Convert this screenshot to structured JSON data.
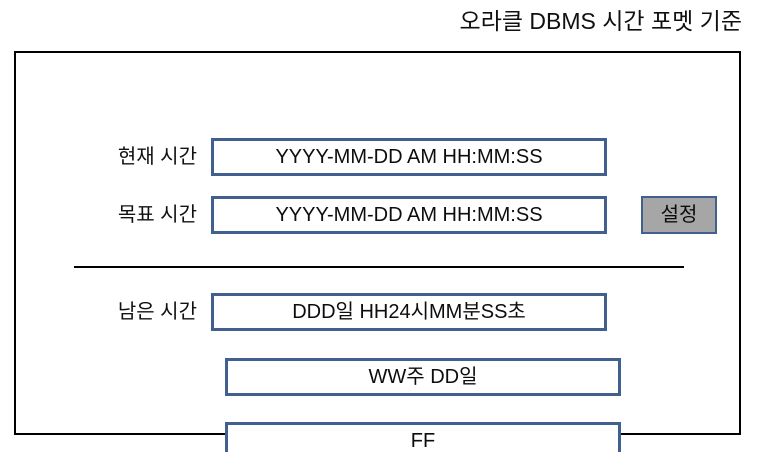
{
  "title": "오라클 DBMS 시간 포멧 기준",
  "colors": {
    "field_border": "#41608f",
    "panel_border": "#000000",
    "button_fill": "#a6a6a6",
    "background": "#ffffff",
    "text": "#0d0d0d"
  },
  "panel": {
    "rows": [
      {
        "id": "current",
        "label": "현재 시간",
        "value": "YYYY-MM-DD AM HH:MM:SS"
      },
      {
        "id": "target",
        "label": "목표 시간",
        "value": "YYYY-MM-DD AM HH:MM:SS"
      },
      {
        "id": "remain",
        "label": "남은 시간",
        "value": "DDD일 HH24시MM분SS초"
      },
      {
        "id": "week",
        "label": "",
        "value": "WW주 DD일"
      },
      {
        "id": "frac",
        "label": "",
        "value": "FF"
      }
    ],
    "set_button_label": "설정"
  }
}
